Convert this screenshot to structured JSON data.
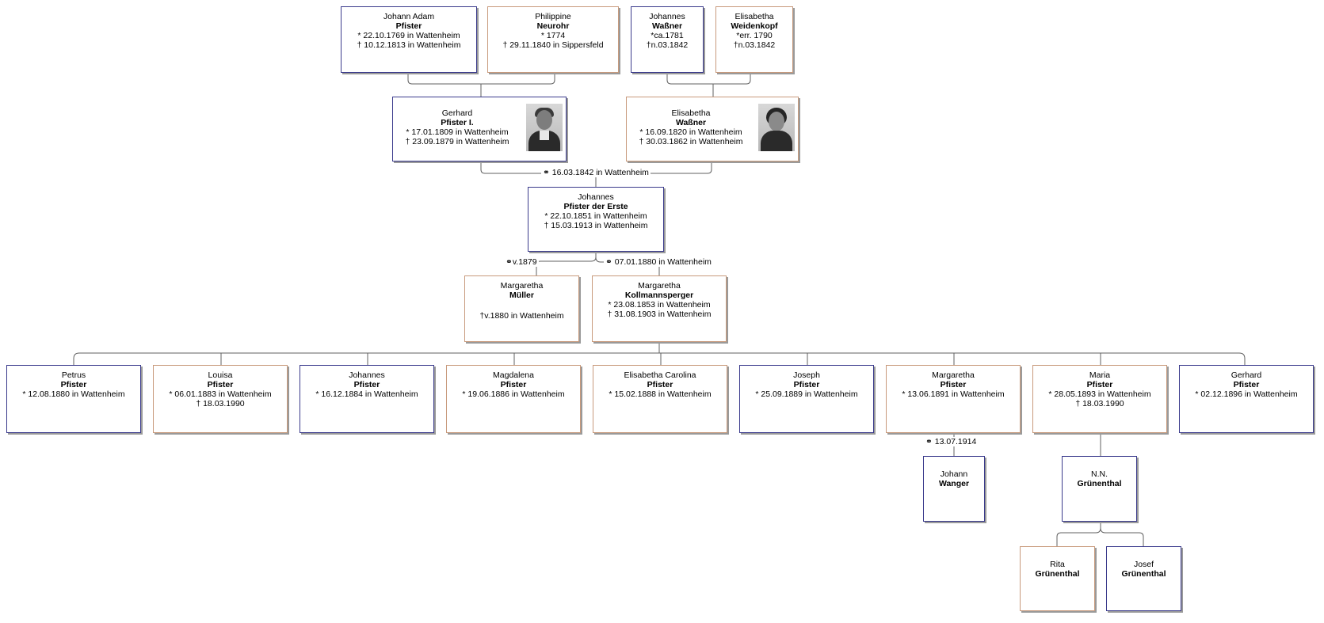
{
  "symbols": {
    "birth": "*",
    "death": "†",
    "marriage": "⚭"
  },
  "marriages": {
    "parents_g": "16.03.1842 in Wattenheim",
    "johannes_1": "v.1879",
    "johannes_2": "07.01.1880 in Wattenheim",
    "margaretha": "13.07.1914"
  },
  "persons": {
    "johann_adam": {
      "first": "Johann Adam",
      "last": "Pfister",
      "birth": "22.10.1769 in Wattenheim",
      "death": "10.12.1813 in Wattenheim",
      "sex": "m"
    },
    "philippine": {
      "first": "Philippine",
      "last": "Neurohr",
      "birth": "1774",
      "death": "29.11.1840 in Sippersfeld",
      "sex": "f"
    },
    "johannes_w": {
      "first": "Johannes",
      "last": "Waßner",
      "birth": "ca.1781",
      "death": "n.03.1842",
      "sex": "m"
    },
    "elisabetha_wk": {
      "first": "Elisabetha",
      "last": "Weidenkopf",
      "birth": "err. 1790",
      "death": "n.03.1842",
      "sex": "f"
    },
    "gerhard": {
      "first": "Gerhard",
      "last": "Pfister I.",
      "birth": "17.01.1809 in Wattenheim",
      "death": "23.09.1879 in Wattenheim",
      "sex": "m"
    },
    "elisabetha_w": {
      "first": "Elisabetha",
      "last": "Waßner",
      "birth": "16.09.1820 in Wattenheim",
      "death": "30.03.1862 in Wattenheim",
      "sex": "f"
    },
    "johannes": {
      "first": "Johannes",
      "last": "Pfister der Erste",
      "birth": "22.10.1851 in Wattenheim",
      "death": "15.03.1913 in Wattenheim",
      "sex": "m"
    },
    "marg_mueller": {
      "first": "Margaretha",
      "last": "Müller",
      "death": "v.1880 in Wattenheim",
      "sex": "f"
    },
    "marg_koll": {
      "first": "Margaretha",
      "last": "Kollmannsperger",
      "birth": "23.08.1853 in Wattenheim",
      "death": "31.08.1903 in Wattenheim",
      "sex": "f"
    },
    "petrus": {
      "first": "Petrus",
      "last": "Pfister",
      "birth": "12.08.1880 in Wattenheim",
      "sex": "m"
    },
    "louisa": {
      "first": "Louisa",
      "last": "Pfister",
      "birth": "06.01.1883 in Wattenheim",
      "death": "18.03.1990",
      "sex": "f"
    },
    "johannes_c": {
      "first": "Johannes",
      "last": "Pfister",
      "birth": "16.12.1884 in Wattenheim",
      "sex": "m"
    },
    "magdalena": {
      "first": "Magdalena",
      "last": "Pfister",
      "birth": "19.06.1886 in Wattenheim",
      "sex": "f"
    },
    "elis_carolina": {
      "first": "Elisabetha Carolina",
      "last": "Pfister",
      "birth": "15.02.1888 in Wattenheim",
      "sex": "f"
    },
    "joseph": {
      "first": "Joseph",
      "last": "Pfister",
      "birth": "25.09.1889 in Wattenheim",
      "sex": "m"
    },
    "margaretha_c": {
      "first": "Margaretha",
      "last": "Pfister",
      "birth": "13.06.1891 in Wattenheim",
      "sex": "f"
    },
    "maria": {
      "first": "Maria",
      "last": "Pfister",
      "birth": "28.05.1893 in Wattenheim",
      "death": "18.03.1990",
      "sex": "f"
    },
    "gerhard_c": {
      "first": "Gerhard",
      "last": "Pfister",
      "birth": "02.12.1896 in Wattenheim",
      "sex": "m"
    },
    "johann_w": {
      "first": "Johann",
      "last": "Wanger",
      "sex": "m"
    },
    "nn": {
      "first": "N.N.",
      "last": "Grünenthal",
      "sex": "m"
    },
    "rita": {
      "first": "Rita",
      "last": "Grünenthal",
      "sex": "f"
    },
    "josef": {
      "first": "Josef",
      "last": "Grünenthal",
      "sex": "m"
    }
  },
  "colors": {
    "male_border": "#3a3a8c",
    "female_border": "#c89a7c",
    "line": "#606060"
  }
}
